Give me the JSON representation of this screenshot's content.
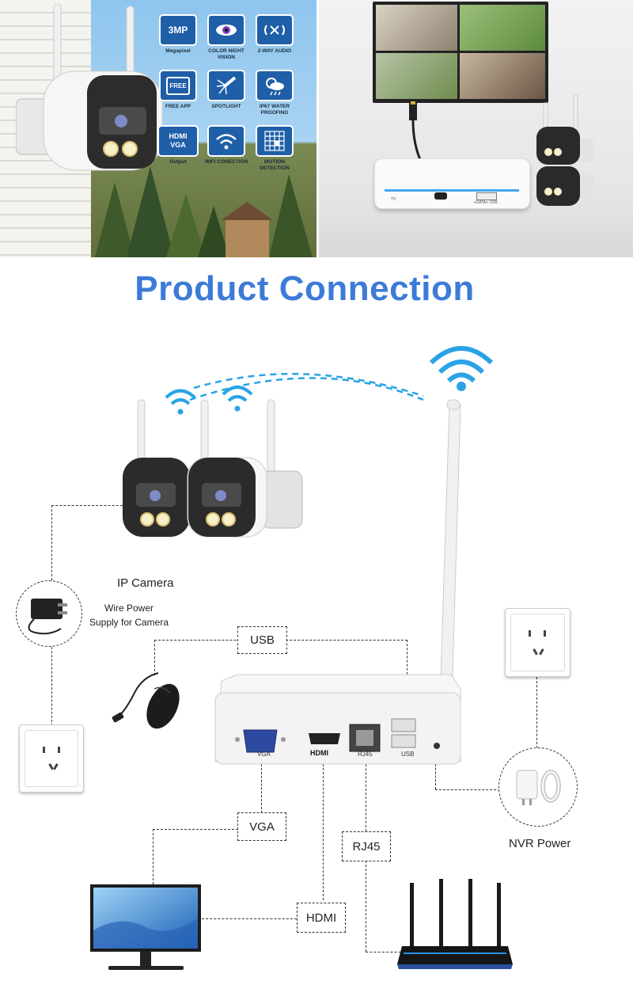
{
  "features": [
    {
      "icon": "3mp-icon",
      "box": "3MP",
      "label": "Megapixel"
    },
    {
      "icon": "eye-icon",
      "box": "",
      "label": "COLOR NIGHT VISION"
    },
    {
      "icon": "audio-icon",
      "box": "",
      "label": "2-WAY AUDIO"
    },
    {
      "icon": "phone-icon",
      "box": "FREE",
      "label": "FREE APP"
    },
    {
      "icon": "spotlight-icon",
      "box": "",
      "label": "SPOTLIGHT"
    },
    {
      "icon": "weather-icon",
      "box": "",
      "label": "IP67 WATER PROOFING"
    },
    {
      "icon": "hdmi-vga-icon",
      "box": "HDMI VGA",
      "label": "Output"
    },
    {
      "icon": "wifi-icon",
      "box": "",
      "label": "WIFI CONECTION"
    },
    {
      "icon": "grid-icon",
      "box": "",
      "label": "MOTION DETECTION"
    }
  ],
  "nvr_small_labels": {
    "tv": "TV",
    "usb": "eSATA+ USB"
  },
  "title": "Product Connection",
  "labels": {
    "ip_camera": "IP Camera",
    "wire_power": "Wire Power",
    "supply_camera": "Supply for Camera",
    "nvr_power": "NVR Power"
  },
  "tags": {
    "usb": "USB",
    "vga": "VGA",
    "rj45": "RJ45",
    "hdmi": "HDMI"
  },
  "ports": {
    "vga": "VGA",
    "hdmi": "HDMI",
    "rj45": "RJ45",
    "usb": "USB"
  },
  "colors": {
    "title": "#3c7bd8",
    "wifi": "#2aa3e6",
    "feature_box": "#1f5fa8"
  }
}
